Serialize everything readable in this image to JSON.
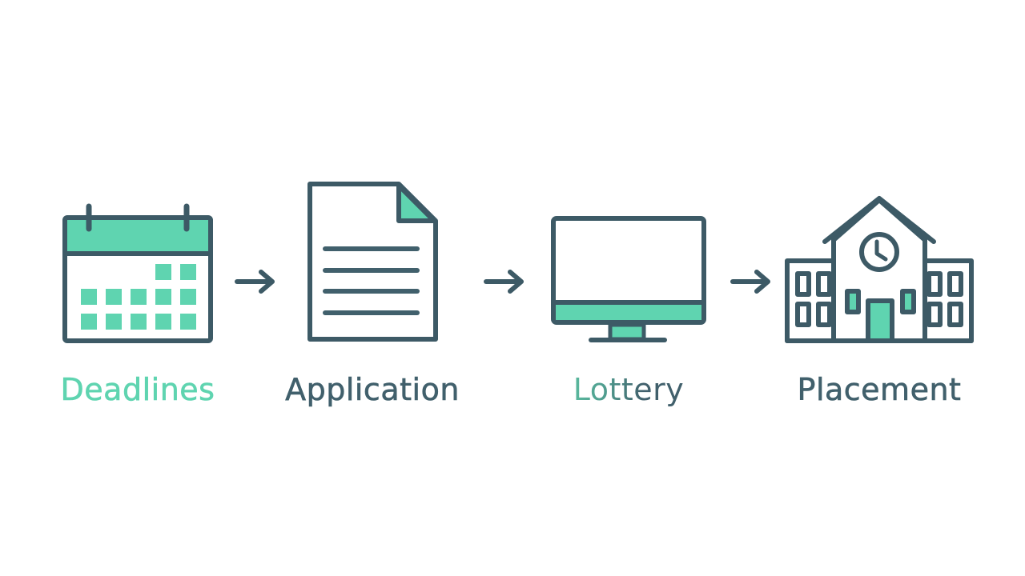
{
  "diagram": {
    "type": "process-flow",
    "colors": {
      "accent": "#5fd4b0",
      "stroke": "#3d5a66",
      "background": "#ffffff"
    },
    "steps": [
      {
        "label": "Deadlines",
        "icon": "calendar-icon",
        "label_color": "#5fd4b0"
      },
      {
        "label": "Application",
        "icon": "document-icon",
        "label_color": "#41606c"
      },
      {
        "label": "Lottery",
        "icon": "monitor-icon",
        "label_color": "gradient-teal-to-slate"
      },
      {
        "label": "Placement",
        "icon": "school-building-icon",
        "label_color": "#41606c"
      }
    ],
    "connectors": [
      {
        "from": "Deadlines",
        "to": "Application",
        "icon": "arrow-right-icon"
      },
      {
        "from": "Application",
        "to": "Lottery",
        "icon": "arrow-right-icon"
      },
      {
        "from": "Lottery",
        "to": "Placement",
        "icon": "arrow-right-icon"
      }
    ]
  }
}
